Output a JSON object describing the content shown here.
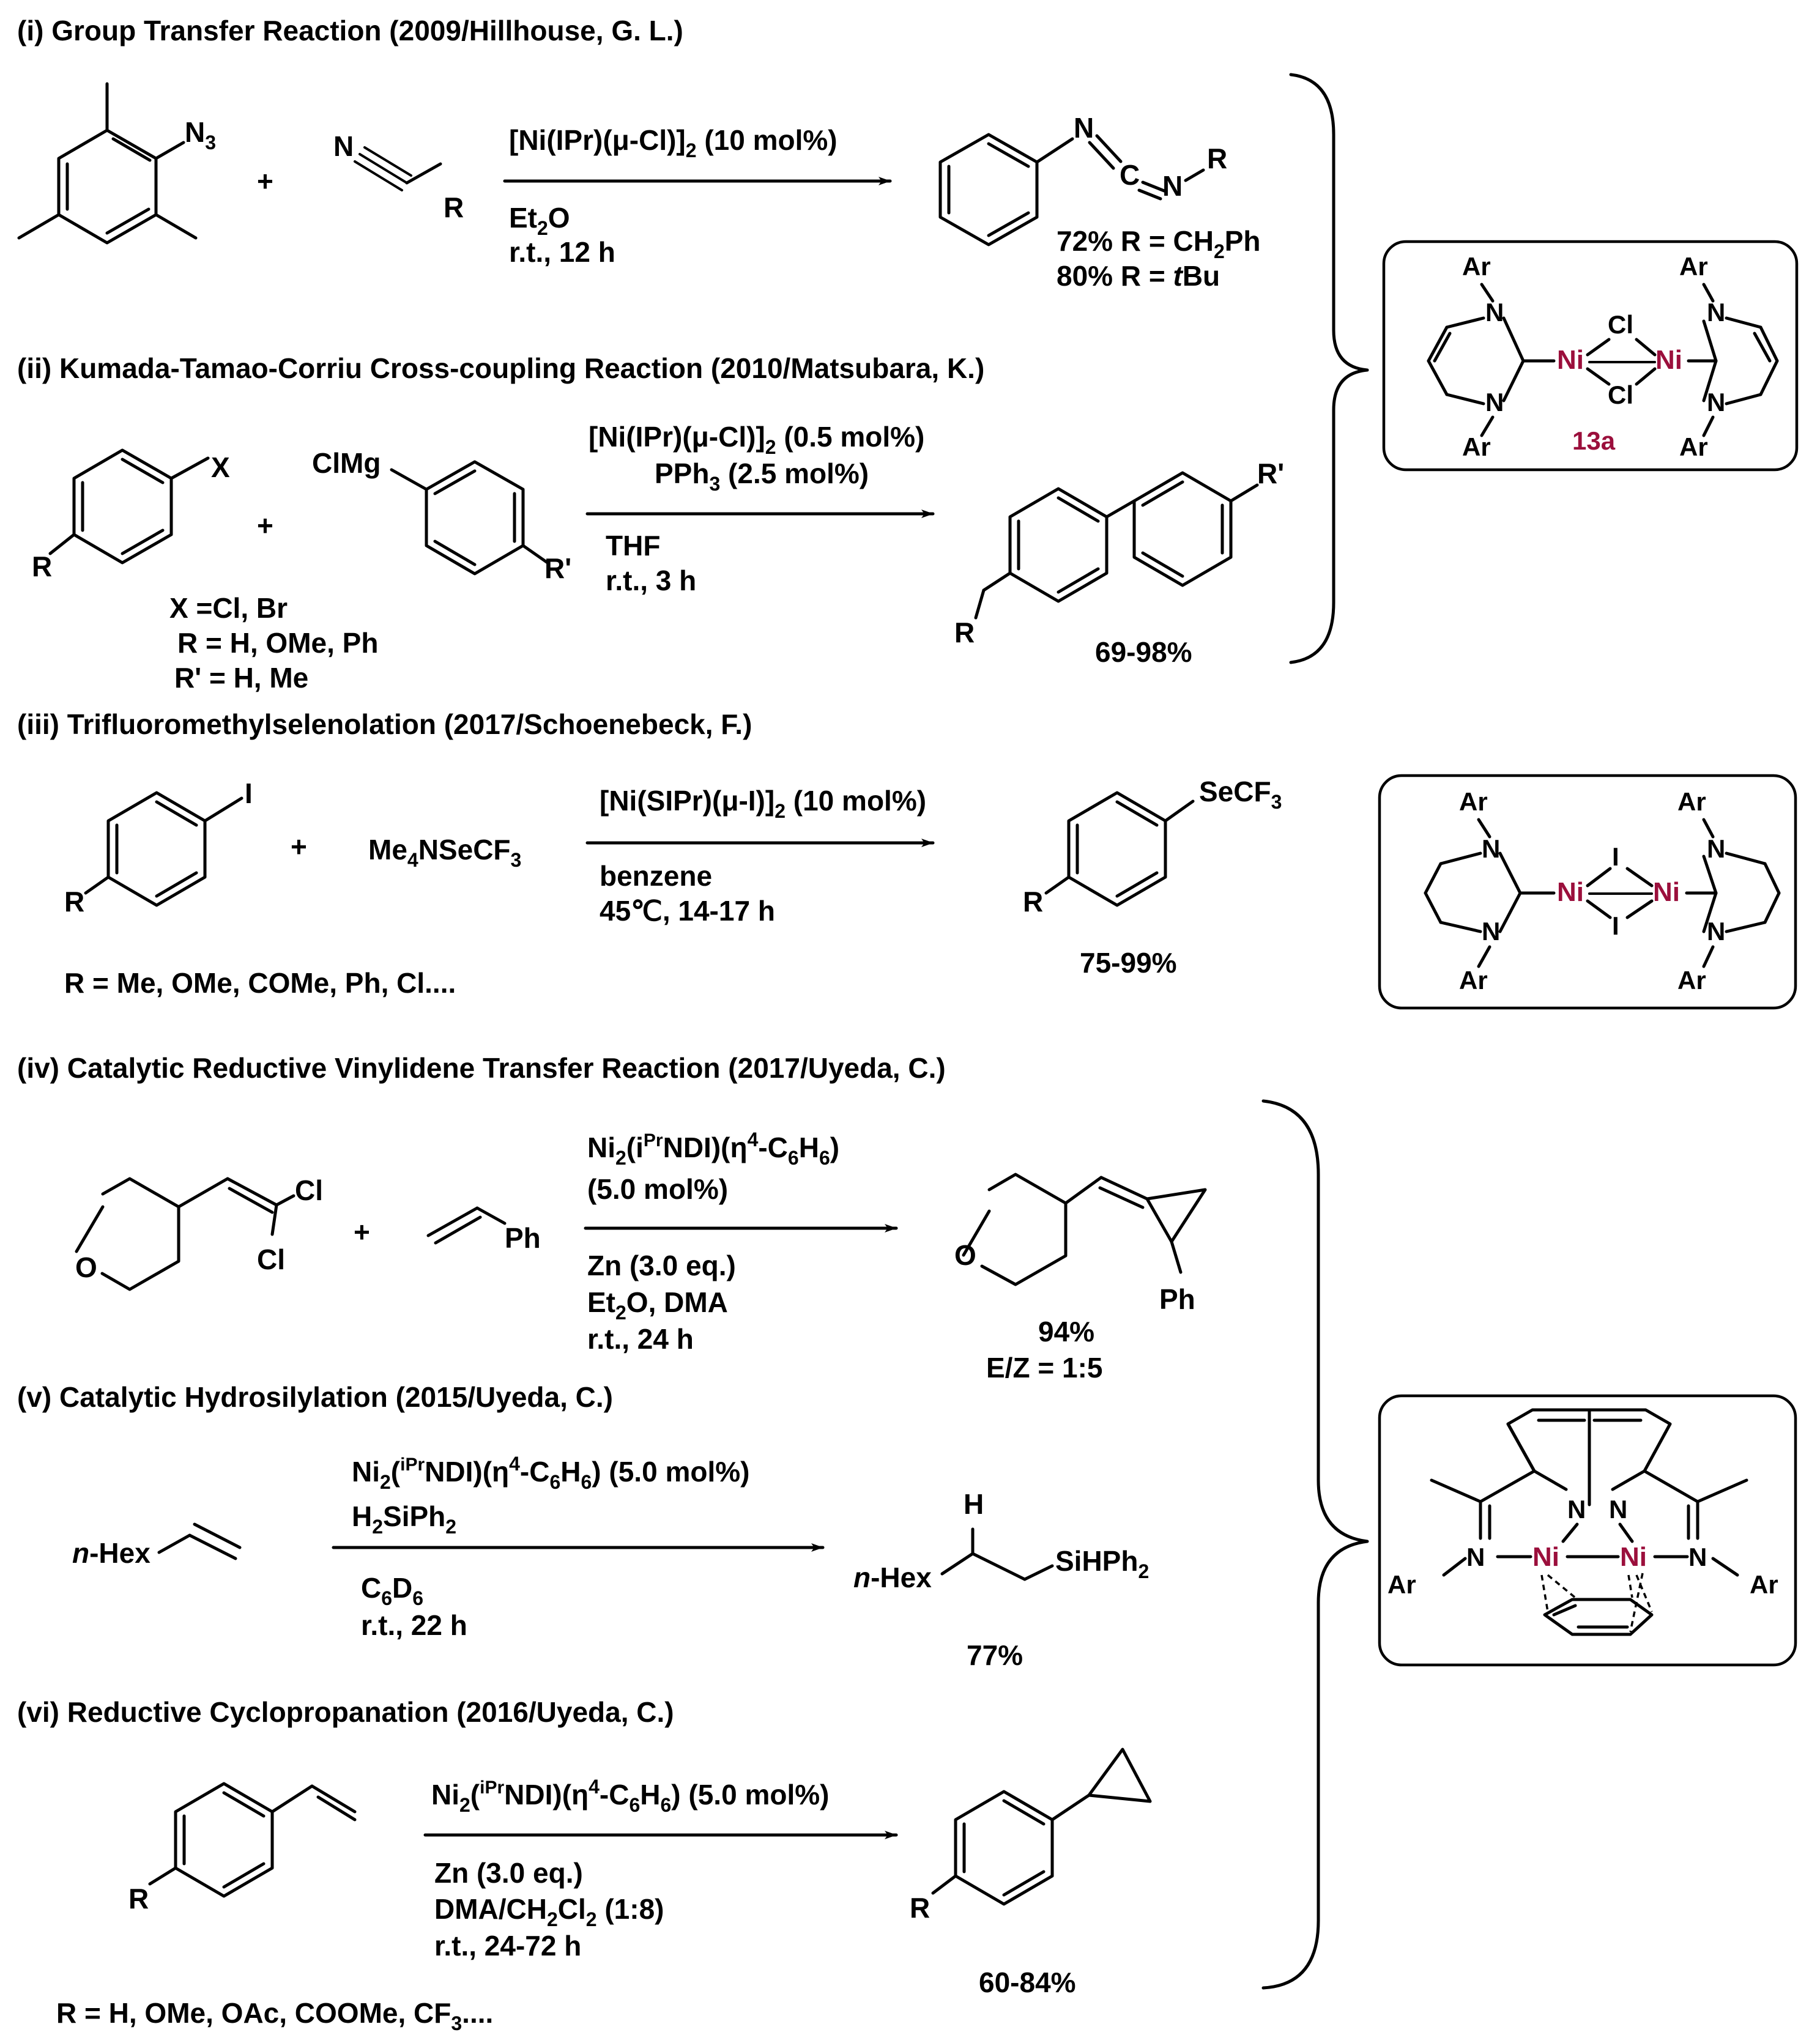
{
  "headers": {
    "i": "(i) Group Transfer Reaction (2009/Hillhouse, G. L.)",
    "ii": "(ii) Kumada-Tamao-Corriu Cross-coupling Reaction (2010/Matsubara, K.)",
    "iii": "(iii) Trifluoromethylselenolation (2017/Schoenebeck, F.)",
    "iv": "(iv) Catalytic Reductive Vinylidene Transfer Reaction (2017/Uyeda, C.)",
    "v": "(v) Catalytic Hydrosilylation (2015/Uyeda, C.)",
    "vi": "(vi) Reductive Cyclopropanation (2016/Uyeda, C.)"
  },
  "r1": {
    "azide": "N",
    "azide_sub": "3",
    "nitrile_n": "N",
    "nitrile_r": "R",
    "cat_pre": "[Ni(IPr)(μ-Cl)]",
    "cat_sub": "2",
    "cat_post": " (10 mol%)",
    "solvent_pre": "Et",
    "solvent_sub": "2",
    "solvent_post": "O",
    "cond": "r.t., 12 h",
    "prod_n1": "N",
    "prod_c": "C",
    "prod_n2": "N",
    "prod_r": "R",
    "y1_pre": "72% R = CH",
    "y1_sub": "2",
    "y1_post": "Ph",
    "y2_pre": "80% R = ",
    "y2_it": "t",
    "y2_post": "Bu"
  },
  "r2": {
    "x": "X",
    "r": "R",
    "clmg": "ClMg",
    "rp": "R'",
    "cat_pre": "[Ni(IPr)(μ-Cl)]",
    "cat_sub": "2",
    "cat_post": " (0.5 mol%)",
    "lig_pre": "PPh",
    "lig_sub": "3",
    "lig_post": " (2.5 mol%)",
    "solvent": "THF",
    "cond": "r.t., 3 h",
    "note1": "X =Cl, Br",
    "note2": "R = H, OMe, Ph",
    "note3": "R' = H, Me",
    "prod_r": "R",
    "prod_rp": "R'",
    "yield": "69-98%"
  },
  "r3": {
    "i": "I",
    "r": "R",
    "reagent_pre": "Me",
    "reagent_sub": "4",
    "reagent_post": "NSeCF",
    "reagent_sub2": "3",
    "cat_pre": "[Ni(SIPr)(μ-I)]",
    "cat_sub": "2",
    "cat_post": " (10 mol%)",
    "solvent": "benzene",
    "cond": "45℃, 14-17 h",
    "note": "R = Me, OMe, COMe, Ph, Cl....",
    "prod_pre": "SeCF",
    "prod_sub": "3",
    "prod_r": "R",
    "yield": "75-99%"
  },
  "r4": {
    "o": "O",
    "cl1": "Cl",
    "cl2": "Cl",
    "ph": "Ph",
    "cat1": "Ni",
    "cat1_sub": "2",
    "cat1_b": "(i",
    "cat1_sup": "Pr",
    "cat1_c": "NDI)(η",
    "cat1_sup2": "4",
    "cat1_d": "-C",
    "cat1_sub2": "6",
    "cat1_e": "H",
    "cat1_sub3": "6",
    "cat1_f": ")",
    "loading": "(5.0 mol%)",
    "zn": "Zn (3.0 eq.)",
    "solv_pre": "Et",
    "solv_sub": "2",
    "solv_post": "O, DMA",
    "cond": "r.t., 24 h",
    "prod_o": "O",
    "prod_ph": "Ph",
    "yield": "94%",
    "ez": "E/Z = 1:5"
  },
  "r5": {
    "sub_it": "n",
    "sub": "-Hex",
    "cat": "Ni",
    "cat_sub": "2",
    "cat_b": "(",
    "cat_sup": "iPr",
    "cat_c": "NDI)(η",
    "cat_sup2": "4",
    "cat_d": "-C",
    "cat_sub2": "6",
    "cat_e": "H",
    "cat_sub3": "6",
    "cat_f": ") (5.0 mol%)",
    "silane_a": "H",
    "silane_sub": "2",
    "silane_b": "SiPh",
    "silane_sub2": "2",
    "solv_a": "C",
    "solv_sub": "6",
    "solv_b": "D",
    "solv_sub2": "6",
    "cond": "r.t., 22 h",
    "prod_h": "H",
    "prod_it": "n",
    "prod_hex": "-Hex",
    "prod_si": "SiHPh",
    "prod_si_sub": "2",
    "yield": "77%"
  },
  "r6": {
    "r": "R",
    "cat": "Ni",
    "cat_sub": "2",
    "cat_b": "(",
    "cat_sup": "iPr",
    "cat_c": "NDI)(η",
    "cat_sup2": "4",
    "cat_d": "-C",
    "cat_sub2": "6",
    "cat_e": "H",
    "cat_sub3": "6",
    "cat_f": ") (5.0 mol%)",
    "zn": "Zn (3.0 eq.)",
    "solv_a": "DMA/CH",
    "solv_sub": "2",
    "solv_b": "Cl",
    "solv_sub2": "2",
    "solv_c": " (1:8)",
    "cond": "r.t., 24-72 h",
    "prod_r": "R",
    "yield": "60-84%",
    "note_pre": "R = H, OMe, OAc, COOMe, CF",
    "note_sub": "3",
    "note_post": "...."
  },
  "catalyst1": {
    "ar": "Ar",
    "n": "N",
    "ni": "Ni",
    "cl": "Cl",
    "label": "13a"
  },
  "catalyst2": {
    "ar": "Ar",
    "n": "N",
    "ni": "Ni",
    "i": "I"
  },
  "catalyst3": {
    "ar": "Ar",
    "n": "N",
    "ni": "Ni"
  }
}
